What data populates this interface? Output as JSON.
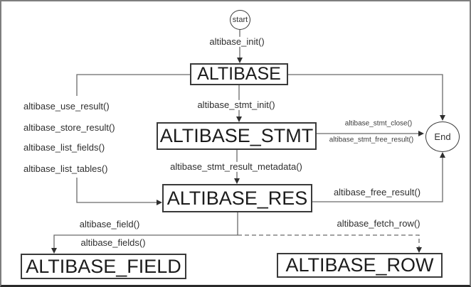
{
  "nodes": {
    "start": "start",
    "end": "End",
    "altibase": "ALTIBASE",
    "altibase_stmt": "ALTIBASE_STMT",
    "altibase_res": "ALTIBASE_RES",
    "altibase_field": "ALTIBASE_FIELD",
    "altibase_row": "ALTIBASE_ROW"
  },
  "edges": {
    "init": "altibase_init()",
    "stmt_init": "altibase_stmt_init()",
    "stmt_close": "altibase_stmt_close()",
    "stmt_free_result": "altibase_stmt_free_result()",
    "stmt_result_metadata": "altibase_stmt_result_metadata()",
    "free_result": "altibase_free_result()",
    "field": "altibase_field()",
    "fields": "altibase_fields()",
    "fetch_row": "altibase_fetch_row()"
  },
  "side_functions": [
    "altibase_use_result()",
    "altibase_store_result()",
    "altibase_list_fields()",
    "altibase_list_tables()"
  ],
  "colors": {
    "background": "#ffffff",
    "frame": "#7e7e7e",
    "frame_bottom": "#2a2a2a",
    "box_border": "#3a3a3a",
    "line": "#6a6a6a",
    "arrow": "#2f2f2f",
    "text": "#2e2e2e"
  }
}
